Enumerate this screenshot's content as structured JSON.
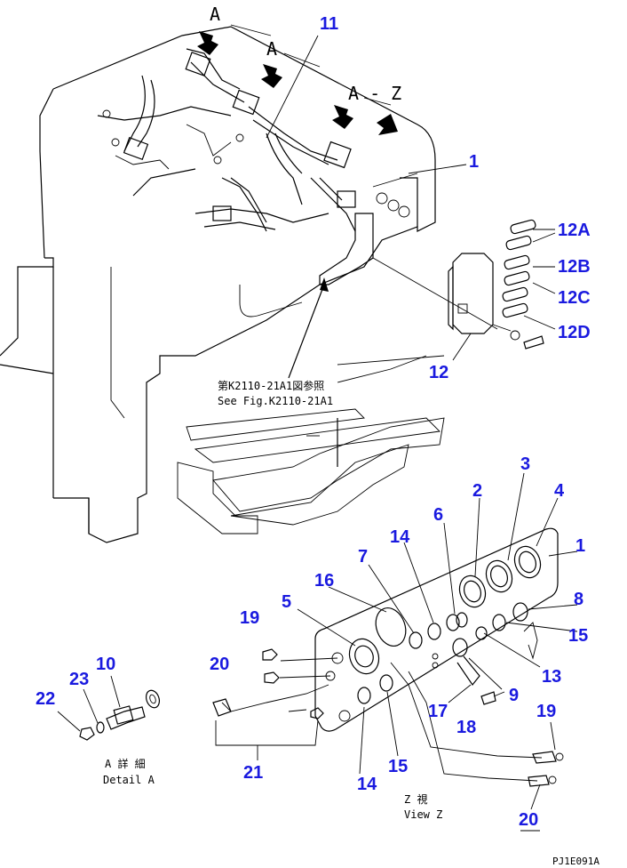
{
  "callouts": {
    "c1a": "1",
    "c1b": "1",
    "c2": "2",
    "c3": "3",
    "c4": "4",
    "c5": "5",
    "c6": "6",
    "c7": "7",
    "c8": "8",
    "c9": "9",
    "c10": "10",
    "c11": "11",
    "c12": "12",
    "c12a": "12A",
    "c12b": "12B",
    "c12c": "12C",
    "c12d": "12D",
    "c13": "13",
    "c14a": "14",
    "c14b": "14",
    "c15a": "15",
    "c15b": "15",
    "c16": "16",
    "c17": "17",
    "c18": "18",
    "c19a": "19",
    "c19b": "19",
    "c20a": "20",
    "c20b": "20",
    "c21": "21",
    "c22": "22",
    "c23": "23"
  },
  "view_labels": {
    "a1": "A",
    "a2": "A",
    "az": "A - Z"
  },
  "notes": {
    "ref_jp": "第K2110-21A1図参照",
    "ref_en": "See Fig.K2110-21A1",
    "detail_jp": "A 詳 細",
    "detail_en": "Detail A",
    "view_jp": "Z 視",
    "view_en": "View Z"
  },
  "drawing_code": "PJ1E091A",
  "colors": {
    "callout": "#1a1adf",
    "line": "#000000"
  }
}
